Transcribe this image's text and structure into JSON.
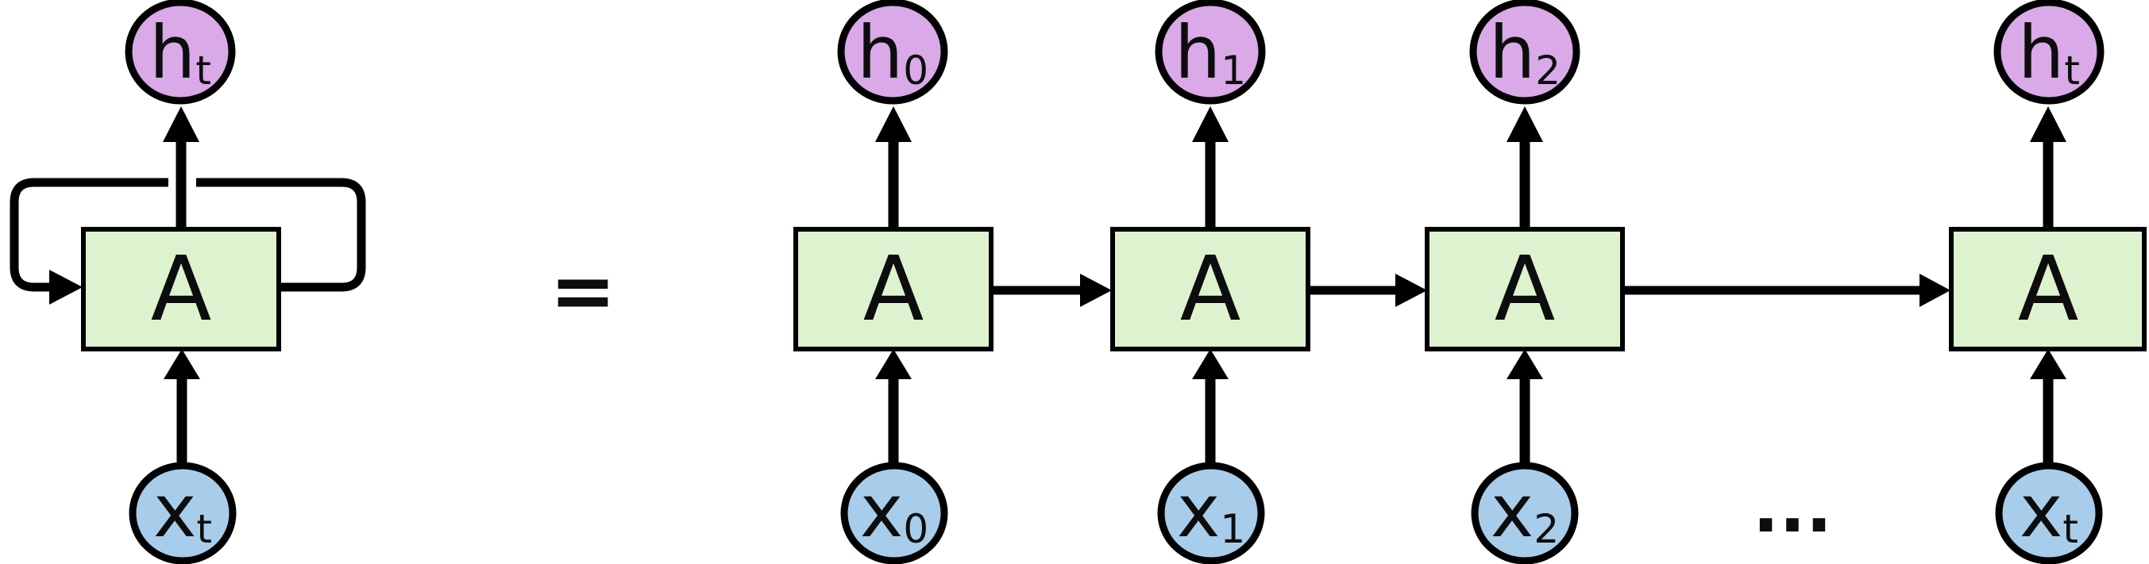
{
  "colors": {
    "background": "#ffffff",
    "hidden_fill": "#d9a9e8",
    "input_fill": "#a7cdeb",
    "cell_fill": "#ddf2cf",
    "line": "#000000"
  },
  "folded_unit": {
    "cell_label": "A",
    "hidden_label": "h",
    "hidden_sub": "t",
    "input_label": "x",
    "input_sub": "t"
  },
  "equals_sign": "=",
  "ellipsis": "...",
  "unrolled_units": [
    {
      "cell_label": "A",
      "hidden_label": "h",
      "hidden_sub": "0",
      "input_label": "x",
      "input_sub": "0"
    },
    {
      "cell_label": "A",
      "hidden_label": "h",
      "hidden_sub": "1",
      "input_label": "x",
      "input_sub": "1"
    },
    {
      "cell_label": "A",
      "hidden_label": "h",
      "hidden_sub": "2",
      "input_label": "x",
      "input_sub": "2"
    },
    {
      "cell_label": "A",
      "hidden_label": "h",
      "hidden_sub": "t",
      "input_label": "x",
      "input_sub": "t"
    }
  ]
}
